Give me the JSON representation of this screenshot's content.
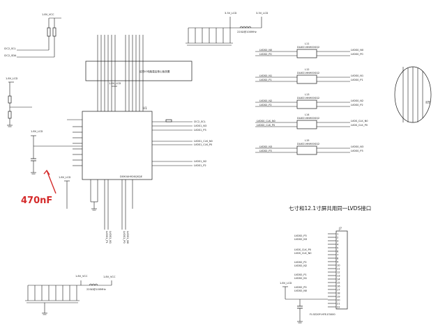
{
  "annotation": {
    "text": "470nF",
    "color": "#d42a2a"
  },
  "title": "七寸和12.1寸屏共用同一LVDS接口",
  "core_label": "这些IO电脑嘉由核心板放置",
  "chip": {
    "ref": "U1",
    "part": "DS90UH926QSQE"
  },
  "connector": {
    "ref": "J7",
    "part": "FI-SE20P-HFE-E3000"
  },
  "left_net_top": "1.8V_VCC",
  "left_nets": [
    "I2C2_SCL",
    "I2C2_SDA"
  ],
  "vcc_labels": [
    "1.8V_LCD",
    "1.8V_LCD",
    "1.8V_LCD",
    "1.8V_LCD",
    "1.8V_LCD",
    "1.8V_VCC",
    "3.3V_LCD",
    "3.3V_LCD"
  ],
  "ferrite_top": "220Ω@100MHz",
  "ferrite_bottom": "220Ω@100MHz",
  "lvds_pairs": [
    {
      "ref": "L11",
      "part": "DLW21HN900SQ2",
      "in": [
        "LVDS0_N0",
        "LVDS0_P0"
      ],
      "out": [
        "LVDS0_N0",
        "LVDS0_P0"
      ]
    },
    {
      "ref": "L12",
      "part": "DLW21HN900SQ2",
      "in": [
        "LVDS0_N1",
        "LVDS0_P1"
      ],
      "out": [
        "LVDS0_N1",
        "LVDS0_P1"
      ]
    },
    {
      "ref": "L13",
      "part": "DLW21HN900SQ2",
      "in": [
        "LVDS0_N2",
        "LVDS0_P2"
      ],
      "out": [
        "LVDS0_N2",
        "LVDS0_P2"
      ]
    },
    {
      "ref": "L14",
      "part": "DLW21HN900SQ2",
      "in": [
        "LVDS0_CLK_N0",
        "LVDS0_CLK_P0"
      ],
      "out": [
        "LVDS_CLK_N0",
        "LVDS_CLK_P0"
      ]
    },
    {
      "ref": "L15",
      "part": "DLW21HN900SQ2",
      "in": [
        "LVDS0_N3",
        "LVDS0_P3"
      ],
      "out": [
        "LVDS0_N3",
        "LVDS0_P3"
      ]
    }
  ],
  "chip_right_nets": [
    "I2C2_SCL",
    "LVDS1_N3",
    "LVDS1_P3",
    "LVDS1_CLK_N0",
    "LVDS1_CLK_P0",
    "LVDS1_N2",
    "LVDS1_P2"
  ],
  "chip_bottom_nets": [
    "LVDS1_P1",
    "LVDS1_N1",
    "LVDS1_P0",
    "LVDS1_N0"
  ],
  "connector_nets": [
    "LVDS0_P3",
    "LVDS0_N3",
    "LVDS_CLK_P0",
    "LVDS_CLK_N0",
    "LVDS0_P2",
    "LVDS0_N2",
    "LVDS0_P1",
    "LVDS0_N1",
    "LVDS0_P0",
    "LVDS0_N0"
  ],
  "connector_pins": [
    "1",
    "2",
    "3",
    "4",
    "5",
    "6",
    "7",
    "8",
    "9",
    "10",
    "11",
    "12",
    "13",
    "14",
    "15",
    "16",
    "17",
    "18",
    "19",
    "20",
    "21",
    "22"
  ],
  "side_bubble_label": "这些"
}
